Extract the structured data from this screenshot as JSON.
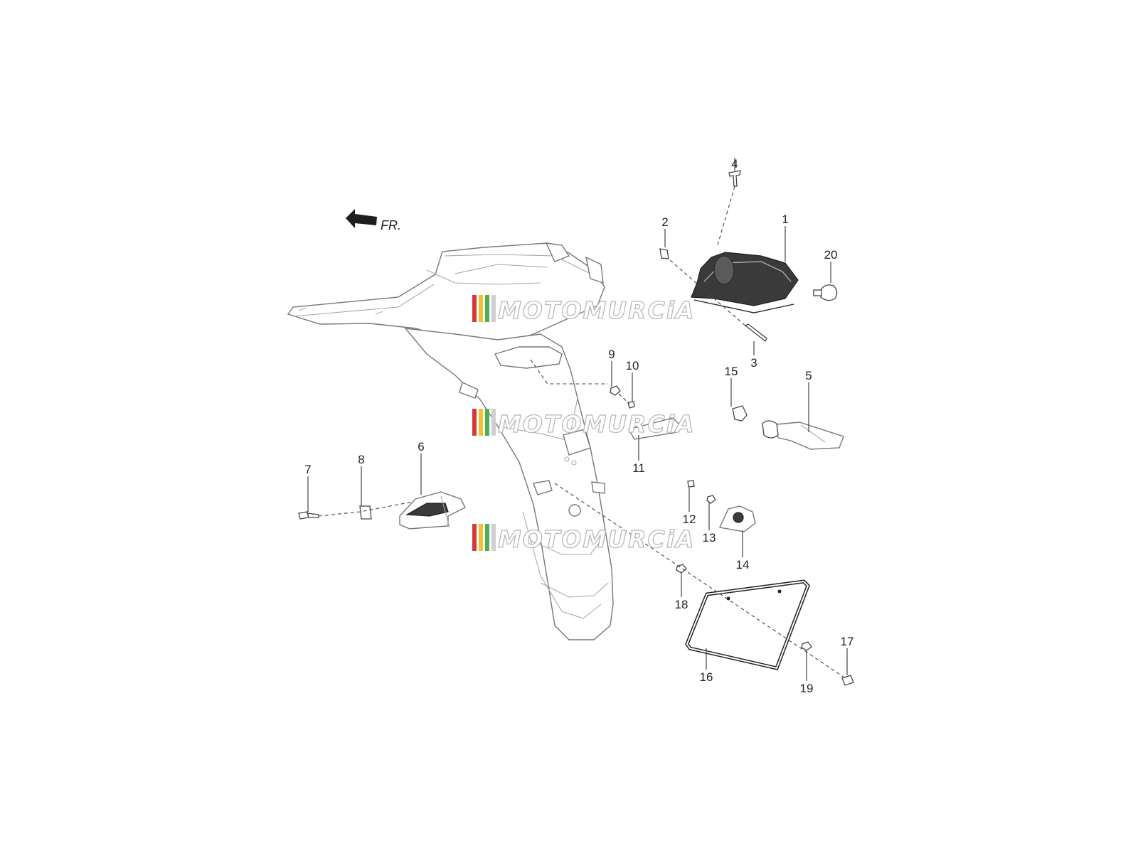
{
  "direction_label": "FR.",
  "watermark_text": "MOTOMURCiA",
  "watermark_stripe_colors": [
    "#d9383a",
    "#f2c230",
    "#4caf50"
  ],
  "callouts": [
    {
      "number": "1",
      "part": "tail-light"
    },
    {
      "number": "2",
      "part": "clip-nut"
    },
    {
      "number": "3",
      "part": "screw"
    },
    {
      "number": "4",
      "part": "screw"
    },
    {
      "number": "5",
      "part": "turn-signal-right"
    },
    {
      "number": "6",
      "part": "turn-signal-left"
    },
    {
      "number": "7",
      "part": "bolt"
    },
    {
      "number": "8",
      "part": "clip-nut"
    },
    {
      "number": "9",
      "part": "nut"
    },
    {
      "number": "10",
      "part": "washer"
    },
    {
      "number": "11",
      "part": "reflector"
    },
    {
      "number": "12",
      "part": "screw"
    },
    {
      "number": "13",
      "part": "nut"
    },
    {
      "number": "14",
      "part": "license-plate-light"
    },
    {
      "number": "15",
      "part": "clip-nut"
    },
    {
      "number": "16",
      "part": "license-plate-holder"
    },
    {
      "number": "17",
      "part": "bolt"
    },
    {
      "number": "18",
      "part": "nut"
    },
    {
      "number": "19",
      "part": "nut"
    },
    {
      "number": "20",
      "part": "bulb"
    }
  ]
}
